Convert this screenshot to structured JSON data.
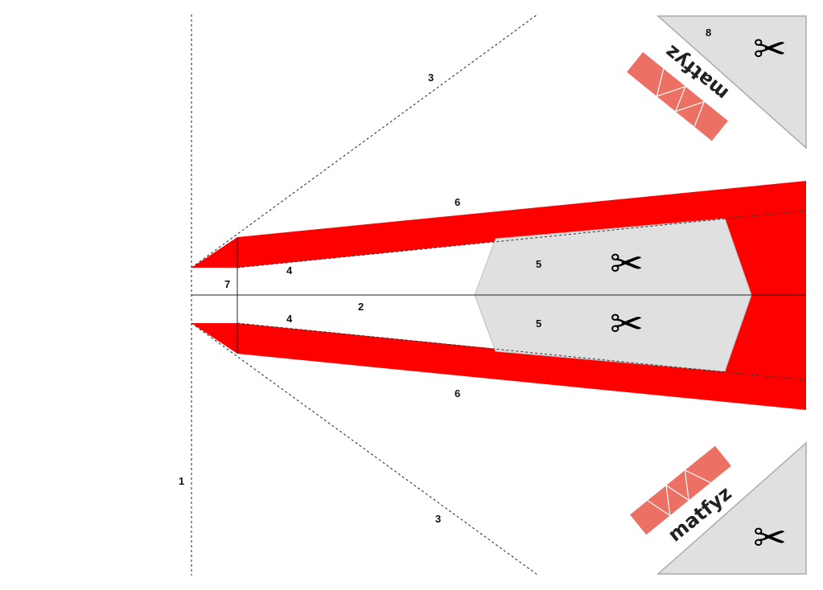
{
  "labels": {
    "one": "1",
    "two": "2",
    "three": "3",
    "four": "4",
    "five": "5",
    "six": "6",
    "seven": "7",
    "eight": "8"
  },
  "brand_text": "matfyz",
  "colors": {
    "wing_red": "#ff0000",
    "cut_gray": "#e0e0e0",
    "logo_salmon": "#ec7063",
    "line": "#222222"
  },
  "icons": {
    "scissors": "scissors-icon",
    "scissors_glyph": "✂"
  }
}
